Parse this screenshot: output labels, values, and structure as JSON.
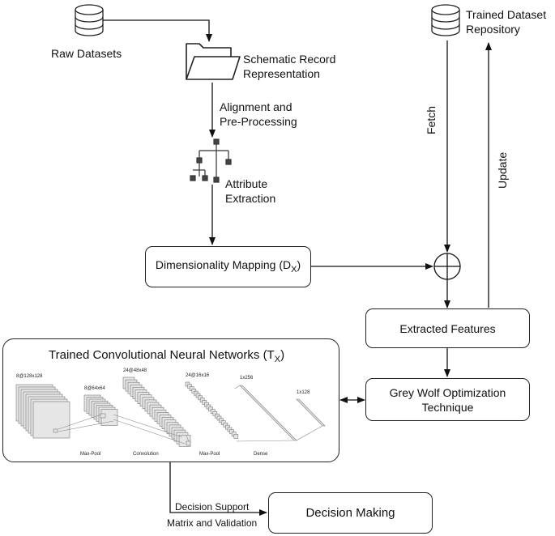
{
  "nodes": {
    "raw_datasets": "Raw Datasets",
    "schematic_record": [
      "Schematic Record",
      "Representation"
    ],
    "alignment": [
      "Alignment and",
      "Pre-Processing"
    ],
    "attribute": [
      "Attribute",
      "Extraction"
    ],
    "dimensionality": "Dimensionality Mapping (D",
    "dimensionality_sub": "X",
    "dimensionality_close": ")",
    "trained_repo": [
      "Trained Dataset",
      "Repository"
    ],
    "fetch": "Fetch",
    "update": "Update",
    "extracted": "Extracted Features",
    "grey_wolf": [
      "Grey Wolf Optimization",
      "Technique"
    ],
    "cnn_title": "Trained Convolutional  Neural Networks (T",
    "cnn_title_sub": "X",
    "cnn_title_close": ")",
    "decision_support": [
      "Decision Support",
      "Matrix and Validation"
    ],
    "decision_making": "Decision Making"
  },
  "cnn": {
    "layer_sizes": [
      "8@128x128",
      "8@64x64",
      "24@48x48",
      "24@16x16",
      "1x256",
      "1x128"
    ],
    "layer_names": [
      "Max-Pool",
      "Convolution",
      "Max-Pool",
      "Dense"
    ]
  },
  "icons": {
    "database": "database-icon",
    "folder": "folder-icon",
    "tree": "hierarchy-icon",
    "combiner": "circle-plus-icon"
  }
}
